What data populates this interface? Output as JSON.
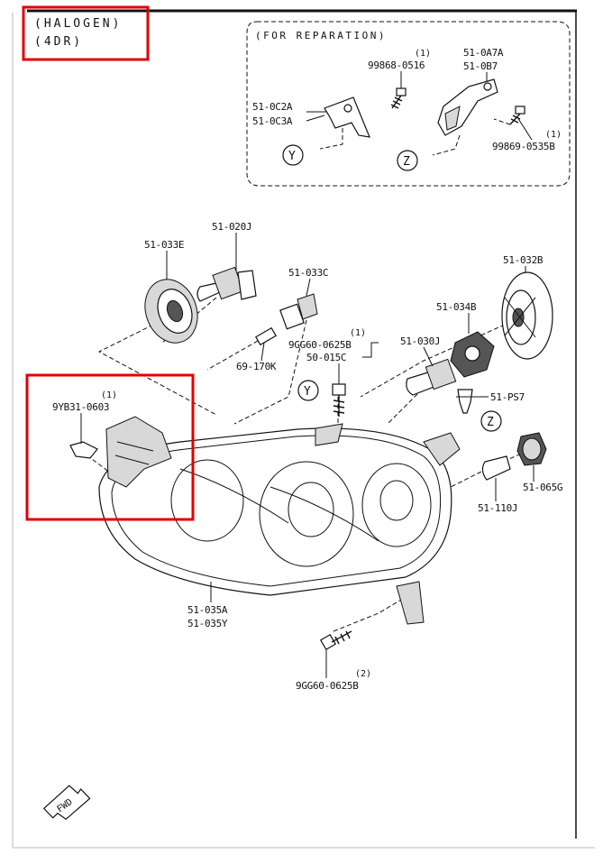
{
  "header": {
    "line1": "(HALOGEN)",
    "line2": "(4DR)"
  },
  "inset": {
    "title": "(FOR REPARATION)",
    "parts": [
      {
        "qty": "(1)",
        "num": "99868-0516"
      },
      {
        "num": "51-0A7A"
      },
      {
        "num": "51-0B7"
      },
      {
        "num": "51-0C2A"
      },
      {
        "num": "51-0C3A"
      },
      {
        "qty": "(1)",
        "num": "99869-0535B"
      }
    ],
    "markers": [
      "Y",
      "Z"
    ]
  },
  "parts": {
    "p51_020J": "51-020J",
    "p51_033E": "51-033E",
    "p51_033C": "51-033C",
    "p51_032B": "51-032B",
    "p51_034B": "51-034B",
    "p9GG60_a_qty": "(1)",
    "p9GG60_a": "9GG60-0625B",
    "p50_015C": "50-015C",
    "p51_030J": "51-030J",
    "p69_170K": "69-170K",
    "p9YB31_qty": "(1)",
    "p9YB31": "9YB31-0603",
    "p51_PS7": "51-PS7",
    "p51_065G": "51-065G",
    "p51_110J": "51-110J",
    "p51_035A": "51-035A",
    "p51_035Y": "51-035Y",
    "p9GG60_b_qty": "(2)",
    "p9GG60_b": "9GG60-0625B"
  },
  "markers": {
    "y": "Y",
    "z": "Z"
  },
  "fwd_label": "FWD",
  "colors": {
    "highlight": "#e00000",
    "ink": "#111111"
  }
}
